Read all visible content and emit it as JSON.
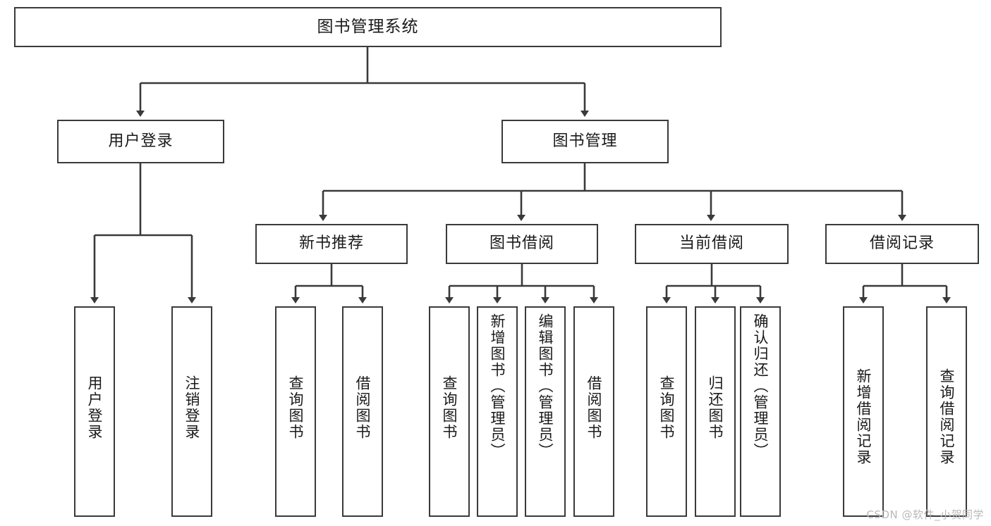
{
  "diagram": {
    "type": "tree",
    "title": "图书管理系统",
    "root": {
      "id": "root",
      "label": "图书管理系统"
    },
    "level2": [
      {
        "id": "user-login",
        "label": "用户登录"
      },
      {
        "id": "book-manage",
        "label": "图书管理"
      }
    ],
    "level3": [
      {
        "id": "new-book-rec",
        "label": "新书推荐",
        "parent": "book-manage"
      },
      {
        "id": "book-borrow",
        "label": "图书借阅",
        "parent": "book-manage"
      },
      {
        "id": "current-borrow",
        "label": "当前借阅",
        "parent": "book-manage"
      },
      {
        "id": "borrow-record",
        "label": "借阅记录",
        "parent": "book-manage"
      }
    ],
    "leaves": [
      {
        "id": "leaf-user-login",
        "label": "用户登录",
        "parent": "user-login"
      },
      {
        "id": "leaf-user-logout",
        "label": "注销登录",
        "parent": "user-login"
      },
      {
        "id": "leaf-rec-query",
        "label": "查询图书",
        "parent": "new-book-rec"
      },
      {
        "id": "leaf-rec-borrow",
        "label": "借阅图书",
        "parent": "new-book-rec"
      },
      {
        "id": "leaf-borrow-query",
        "label": "查询图书",
        "parent": "book-borrow"
      },
      {
        "id": "leaf-borrow-add",
        "label": "新增图书（管理员）",
        "parent": "book-borrow"
      },
      {
        "id": "leaf-borrow-edit",
        "label": "编辑图书（管理员）",
        "parent": "book-borrow"
      },
      {
        "id": "leaf-borrow-lend",
        "label": "借阅图书",
        "parent": "book-borrow"
      },
      {
        "id": "leaf-cur-query",
        "label": "查询图书",
        "parent": "current-borrow"
      },
      {
        "id": "leaf-cur-return",
        "label": "归还图书",
        "parent": "current-borrow"
      },
      {
        "id": "leaf-cur-confirm",
        "label": "确认归还（管理员）",
        "parent": "current-borrow"
      },
      {
        "id": "leaf-rec-add",
        "label": "新增借阅记录",
        "parent": "borrow-record"
      },
      {
        "id": "leaf-rec-query2",
        "label": "查询借阅记录",
        "parent": "borrow-record"
      }
    ],
    "colors": {
      "box_border": "#3a3a3a",
      "box_fill": "#ffffff",
      "connector": "#3a3a3a",
      "text": "#1a1a1a",
      "watermark": "#b9b9b9",
      "background": "#ffffff"
    }
  },
  "watermark": {
    "text": "CSDN @软件_小贺同学"
  }
}
